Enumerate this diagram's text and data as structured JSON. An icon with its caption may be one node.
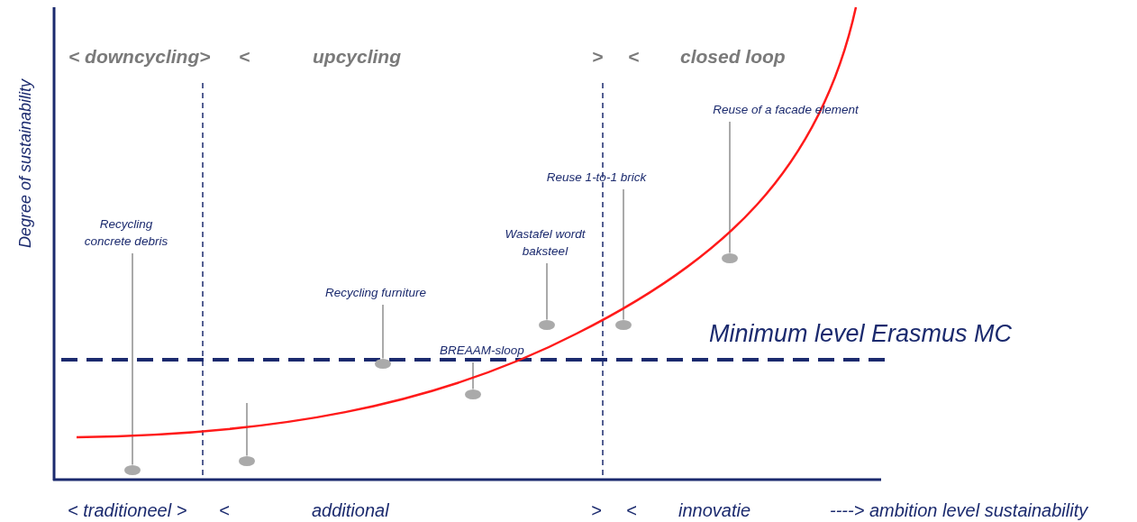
{
  "diagram": {
    "nodes": [
      {
        "text": [
          "Recycling concrete debris"
        ]
      },
      {
        "text": [],
        "shape": "circle"
      },
      {
        "text": [],
        "shape": "circle"
      },
      {
        "text": [
          "Recycling furniture"
        ]
      },
      {
        "text": [],
        "shape": "circle"
      },
      {
        "text": [
          "BREAAM-sloop"
        ]
      },
      {
        "text": [],
        "shape": "circle"
      },
      {
        "text": [
          "Wastafel wordt baksteel"
        ]
      },
      {
        "text": [],
        "shape": "circle"
      },
      {
        "text": [
          "Reuse 1-to-1 brick"
        ]
      },
      {
        "text": [],
        "shape": "circle"
      },
      {
        "text": [
          "Reuse of a facade element"
        ]
      },
      {
        "text": [],
        "shape": "circle"
      }
    ],
    "edges": [
      {
        "from": 0,
        "to": 1,
        "arrow": "none"
      },
      {
        "from": null,
        "to": 2,
        "arrow": "none"
      },
      {
        "from": 3,
        "to": 4,
        "arrow": "none"
      },
      {
        "from": 5,
        "to": 6,
        "arrow": "none"
      },
      {
        "from": 7,
        "to": 8,
        "arrow": "none"
      },
      {
        "from": 9,
        "to": 10,
        "arrow": "none"
      },
      {
        "from": 11,
        "to": 12,
        "arrow": "none"
      }
    ],
    "labels": [
      "< downcycling>",
      "<",
      "upcycling",
      ">",
      "<",
      "closed loop",
      "Degree of sustainability",
      "Minimum level Erasmus MC",
      "< traditioneel >",
      "<",
      "additional",
      ">",
      "<",
      "innovatie",
      "----> ambition level sustainability"
    ]
  }
}
